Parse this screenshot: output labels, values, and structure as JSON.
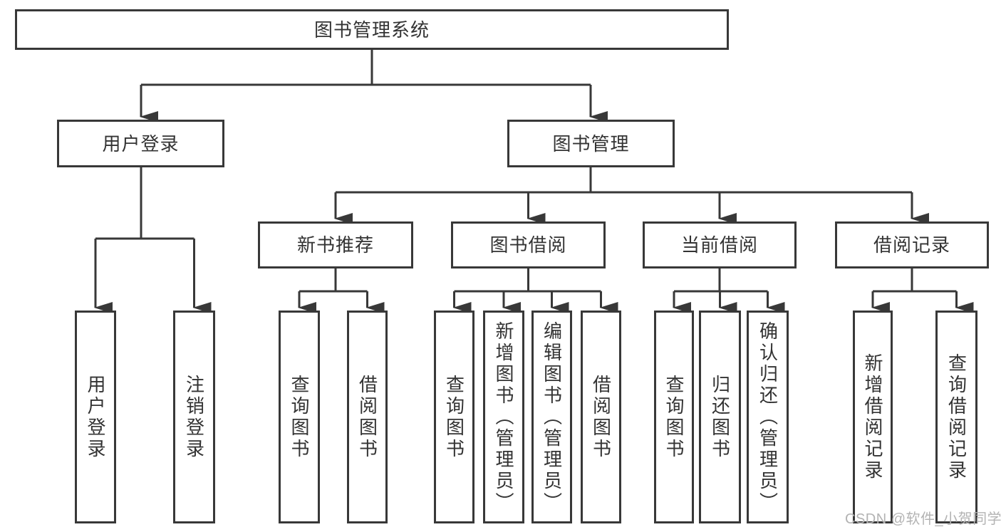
{
  "diagram": {
    "title": "图书管理系统",
    "branches": {
      "user": {
        "label": "用户登录",
        "children": [
          "用户登录",
          "注销登录"
        ]
      },
      "books": {
        "label": "图书管理",
        "sections": [
          {
            "label": "新书推荐",
            "children": [
              "查询图书",
              "借阅图书"
            ]
          },
          {
            "label": "图书借阅",
            "children": [
              "查询图书",
              "新增图书（管理员）",
              "编辑图书（管理员）",
              "借阅图书"
            ]
          },
          {
            "label": "当前借阅",
            "children": [
              "查询图书",
              "归还图书",
              "确认归还（管理员）"
            ]
          },
          {
            "label": "借阅记录",
            "children": [
              "新增借阅记录",
              "查询借阅记录"
            ]
          }
        ]
      }
    },
    "colors": {
      "line": "#383838",
      "text": "#333333",
      "background": "#ffffff",
      "watermark": "#b3b3b3"
    }
  },
  "watermark": "CSDN @软件_小贺同学"
}
